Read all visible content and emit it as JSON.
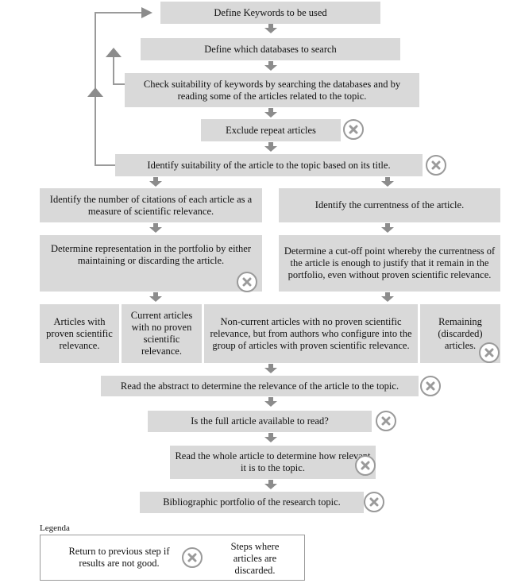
{
  "steps": {
    "s1": "Define  Keywords to be used",
    "s2": "Define  which databases to search",
    "s3": "Check suitability  of keywords by searching the databases and by reading some of the articles related to the topic.",
    "s4": "Exclude repeat articles",
    "s5": "Identify suitability  of the article to the topic based on its title.",
    "left1": "Identify the number of citations of each article as a measure of scientific relevance.",
    "right1": "Identify  the currentness of the article.",
    "left2": "Determine  representation in the portfolio by either maintaining  or discarding the article.",
    "right2": "Determine  a cut-off point whereby the currentness of the article  is enough to justify that it remain in the portfolio, even without proven scientific relevance.",
    "cat1": "Articles with proven scientific relevance.",
    "cat2": "Current articles with no proven scientific relevance.",
    "cat3": "Non-current articles with no proven scientific relevance, but from authors who configure into the group of articles with proven scientific relevance.",
    "cat4": "Remaining (discarded) articles.",
    "s6": "Read the abstract to determine  the relevance  of the article to the topic.",
    "s7": "Is the full article available  to read?",
    "s8": "Read the whole article to determine how relevant it is to the topic.",
    "s9": "Bibliographic portfolio of the research topic."
  },
  "legend": {
    "title": "Legenda",
    "return_text": "Return to previous step if results are not good.",
    "discard_text": "Steps where articles are discarded."
  },
  "icons": {
    "discard": "discard-x-icon",
    "return": "return-up-arrow-icon"
  },
  "colors": {
    "box_fill": "#d9d9d9",
    "arrow": "#8c8c8c",
    "line": "#9a9a9a"
  }
}
